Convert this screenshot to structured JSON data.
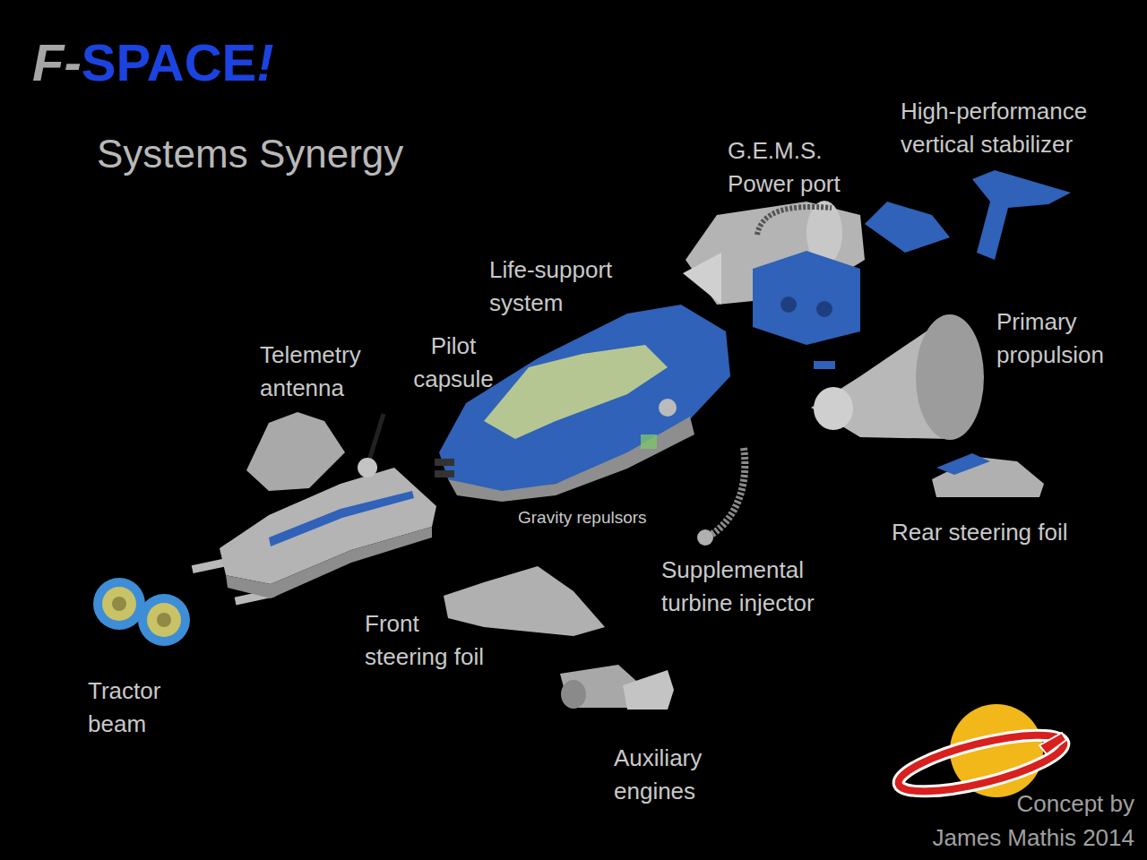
{
  "diagram": {
    "title": "Systems Synergy",
    "labels": [
      "F-",
      "SPACE",
      "!",
      "High-performance vertical stabilizer",
      "G.E.M.S. Power port",
      "Life-support system",
      "Primary propulsion",
      "Telemetry antenna",
      "Pilot capsule",
      "Gravity repulsors",
      "Rear steering foil",
      "Supplemental turbine injector",
      "Front steering foil",
      "Tractor beam",
      "Auxiliary engines",
      "Concept by",
      "James Mathis 2014"
    ]
  }
}
